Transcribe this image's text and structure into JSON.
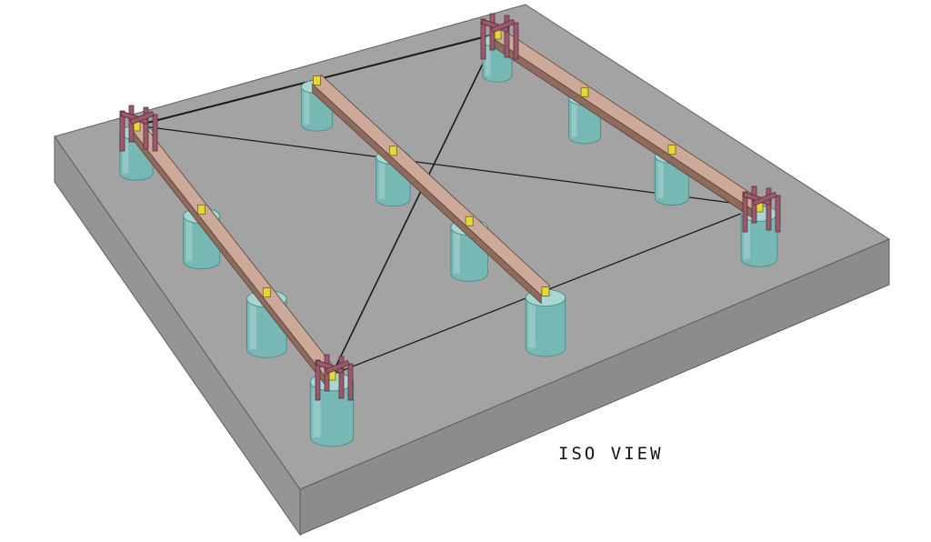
{
  "caption": "ISO VIEW",
  "colors": {
    "background": "#ffffff",
    "slab_top": "#a3a3a3",
    "slab_side_left": "#959595",
    "slab_side_front": "#8c8c8c",
    "slab_edge": "#5e5e5e",
    "pier": "#78b8b4",
    "pier_dark": "#4f8f8c",
    "pier_light": "#a9d6d2",
    "beam": "#cda99a",
    "beam_dark": "#8f6b5d",
    "bracket": "#9b5a6c",
    "bracket_dark": "#5a2e3b",
    "connector": "#e6d83a",
    "string_line": "#1a1a1a"
  },
  "components": {
    "slab": "concrete-slab",
    "piers": "concrete-pier",
    "beams": "wood-beam",
    "batter_boards": "batter-board",
    "connectors": "post-base-connector",
    "lines": "layout-string-line"
  }
}
